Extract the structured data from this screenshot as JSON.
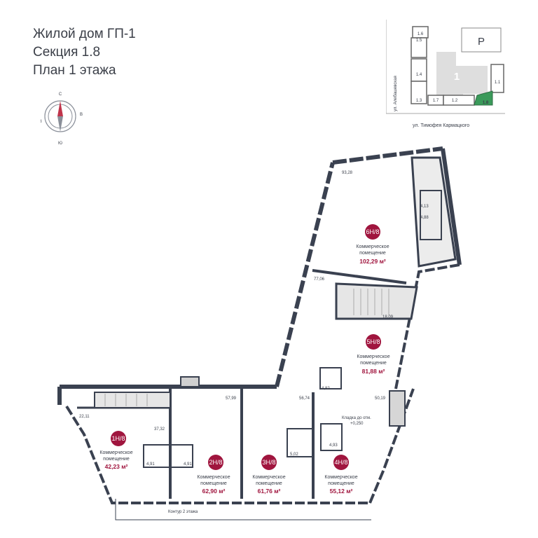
{
  "header": {
    "line1": "Жилой дом ГП-1",
    "line2": "Секция 1.8",
    "line3": "План 1 этажа"
  },
  "compass": {
    "n": "С",
    "e": "В",
    "s": "Ю",
    "w": "З"
  },
  "mini_map": {
    "street_left": "ул. Алебашевская",
    "street_bottom": "ул. Тимофея Кармацкого",
    "parking": "P",
    "main_block": "1",
    "sections": [
      "1.6",
      "1.5",
      "1.4",
      "1.3",
      "1.7",
      "1.2",
      "1.1",
      "1.8"
    ],
    "highlight_color": "#3a9a5a"
  },
  "units": [
    {
      "id": "1Н/8",
      "type1": "Коммерческое",
      "type2": "помещение",
      "area": "42,23 м²"
    },
    {
      "id": "2Н/8",
      "type1": "Коммерческое",
      "type2": "помещение",
      "area": "62,90 м²"
    },
    {
      "id": "3Н/8",
      "type1": "Коммерческое",
      "type2": "помещение",
      "area": "61,76 м²"
    },
    {
      "id": "4Н/8",
      "type1": "Коммерческое",
      "type2": "помещение",
      "area": "55,12 м²"
    },
    {
      "id": "5Н/8",
      "type1": "Коммерческое",
      "type2": "помещение",
      "area": "81,88 м²"
    },
    {
      "id": "6Н/8",
      "type1": "Коммерческое",
      "type2": "помещение",
      "area": "102,29 м²"
    }
  ],
  "dims": [
    "93,28",
    "4,13",
    "4,88",
    "77,06",
    "18,09",
    "4,82",
    "57,99",
    "56,74",
    "50,19",
    "22,11",
    "37,32",
    "4,91",
    "4,91",
    "5,02",
    "4,93"
  ],
  "notes": {
    "klad": "Кладка до отм.",
    "klad_level": "+0,250",
    "contour": "Контур 2 этажа"
  },
  "colors": {
    "badge": "#a0153e",
    "wall": "#3a4150",
    "stair_fill": "#dcdcdc"
  }
}
